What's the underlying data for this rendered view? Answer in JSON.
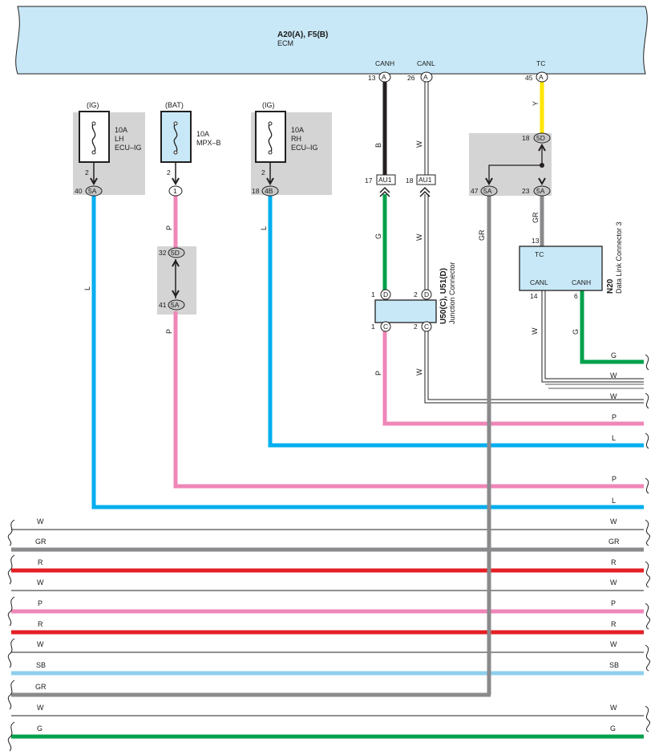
{
  "ecm": {
    "connectors": "A20(A), F5(B)",
    "name": "ECM",
    "pins": {
      "canh": {
        "signal": "CANH",
        "num": "13",
        "conn": "A"
      },
      "canl": {
        "signal": "CANL",
        "num": "26",
        "conn": "A"
      },
      "tc": {
        "signal": "TC",
        "num": "45",
        "conn": "A"
      }
    }
  },
  "fuses": {
    "lh": {
      "supply": "(IG)",
      "line1": "10A",
      "line2": "LH",
      "line3": "ECU–IG",
      "out_pin": "2",
      "conn_num": "40",
      "conn": "5A"
    },
    "bat": {
      "supply": "(BAT)",
      "line1": "10A",
      "line2": "MPX–B",
      "out_pin": "2",
      "conn": "1"
    },
    "rh": {
      "supply": "(IG)",
      "line1": "10A",
      "line2": "RH",
      "line3": "ECU–IG",
      "out_pin": "2",
      "conn_num": "18",
      "conn": "4B"
    }
  },
  "p_connector": {
    "top_num": "32",
    "top": "5D",
    "bot_num": "41",
    "bot": "5A"
  },
  "au_connectors": {
    "canh": {
      "num": "17",
      "label": "AU1"
    },
    "canl": {
      "num": "18",
      "label": "AU1"
    }
  },
  "junction": {
    "title": "U50(C), U51(D)",
    "name": "Junction Connector",
    "pins": {
      "d1": "1",
      "d_conn": "D",
      "d2": "2",
      "c1": "1",
      "c_conn": "C",
      "c2": "2"
    }
  },
  "gray_box": {
    "pin18": {
      "num": "18",
      "conn": "5D"
    },
    "pin47": {
      "num": "47",
      "conn": "5A"
    },
    "pin23": {
      "num": "23",
      "conn": "5A"
    }
  },
  "dlc": {
    "code": "N20",
    "name": "Data Link Connector 3",
    "tc_label": "TC",
    "canl_label": "CANL",
    "canh_label": "CANH",
    "pin13": "13",
    "pin14": "14",
    "pin6": "6"
  },
  "wire_labels": {
    "canh_b": "B",
    "canh_g": "G",
    "canh_p": "P",
    "canl_w1": "W",
    "canl_w2": "W",
    "canl_w3": "W",
    "tc_y": "Y",
    "tc_gr": "GR",
    "gr_left": "GR",
    "dlc_w": "W",
    "dlc_g": "G",
    "lh_l": "L",
    "bat_p1": "P",
    "bat_p2": "P",
    "rh_l": "L"
  },
  "right_labels": [
    "G",
    "W",
    "W",
    "P",
    "L",
    "P",
    "L"
  ],
  "bus": [
    {
      "left": "W",
      "right": "W",
      "color": "#ffffff"
    },
    {
      "left": "GR",
      "right": "GR",
      "color": "#8a8a8d"
    },
    {
      "left": "R",
      "right": "R",
      "color": "#e31e24"
    },
    {
      "left": "W",
      "right": "W",
      "color": "#ffffff"
    },
    {
      "left": "P",
      "right": "P",
      "color": "#ef86b8"
    },
    {
      "left": "R",
      "right": "R",
      "color": "#e31e24"
    },
    {
      "left": "W",
      "right": "W",
      "color": "#ffffff"
    },
    {
      "left": "SB",
      "right": "SB",
      "color": "#8ecfee"
    },
    {
      "left": "GR",
      "right": "",
      "color": "#8a8a8d"
    },
    {
      "left": "W",
      "right": "W",
      "color": "#ffffff"
    },
    {
      "left": "G",
      "right": "G",
      "color": "#00a14b"
    }
  ],
  "colors": {
    "ecm_fill": "#c8e8f7",
    "box_gray": "#d4d4d4",
    "light_blue": "#00aeef",
    "pink": "#ef86b8",
    "green": "#00a14b",
    "yellow": "#ffe600",
    "black": "#231f20",
    "gray": "#8a8a8d",
    "red": "#e31e24"
  }
}
